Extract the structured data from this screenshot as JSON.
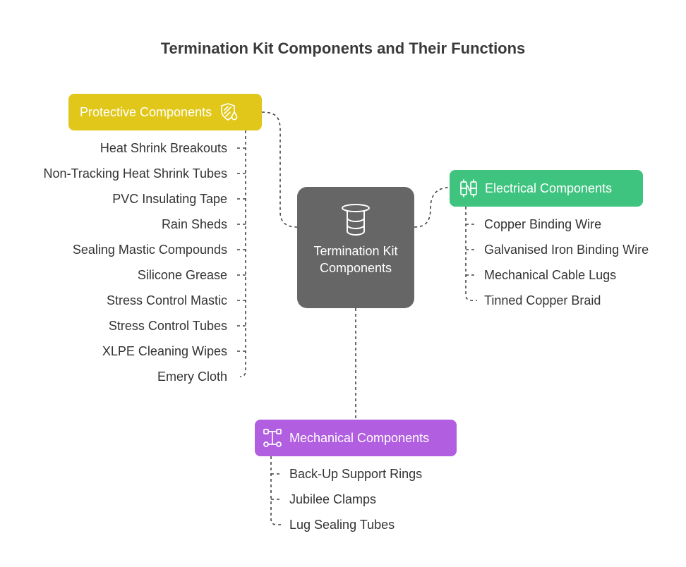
{
  "title": "Termination Kit Components and Their Functions",
  "center": {
    "label": "Termination Kit Components",
    "icon": "cable-termination-icon"
  },
  "colors": {
    "protective": "#e1c719",
    "electrical": "#3ec47f",
    "mechanical": "#b15ee0",
    "center": "#666666",
    "connector": "#444444"
  },
  "categories": {
    "protective": {
      "label": "Protective Components",
      "icon": "shield-drop-icon",
      "items": [
        "Heat Shrink Breakouts",
        "Non-Tracking Heat Shrink Tubes",
        "PVC Insulating Tape",
        "Rain Sheds",
        "Sealing Mastic Compounds",
        "Silicone Grease",
        "Stress Control Mastic",
        "Stress Control Tubes",
        "XLPE Cleaning Wipes",
        "Emery Cloth"
      ]
    },
    "electrical": {
      "label": "Electrical Components",
      "icon": "wire-connector-icon",
      "items": [
        "Copper Binding Wire",
        "Galvanised Iron Binding Wire",
        "Mechanical Cable Lugs",
        "Tinned Copper Braid"
      ]
    },
    "mechanical": {
      "label": "Mechanical Components",
      "icon": "mechanical-linkage-icon",
      "items": [
        "Back-Up Support Rings",
        "Jubilee Clamps",
        "Lug Sealing Tubes"
      ]
    }
  }
}
